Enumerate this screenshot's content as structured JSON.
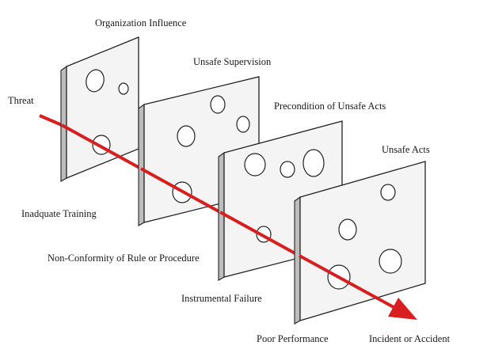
{
  "diagram": {
    "layers": [
      {
        "id": "organization",
        "label": "Organization Influence"
      },
      {
        "id": "supervision",
        "label": "Unsafe Supervision"
      },
      {
        "id": "preconditions",
        "label": "Precondition of Unsafe Acts"
      },
      {
        "id": "acts",
        "label": "Unsafe Acts"
      }
    ],
    "hole_labels": [
      "Inadquate Training",
      "Non-Conformity of Rule or Procedure",
      "Instrumental Failure",
      "Poor Performance"
    ],
    "input_label": "Threat",
    "output_label": "Incident or Accident",
    "colors": {
      "threat_arrow": "#d81e1e",
      "plate": "#f4f4f4",
      "plate_edge": "#bdbdbd"
    }
  }
}
